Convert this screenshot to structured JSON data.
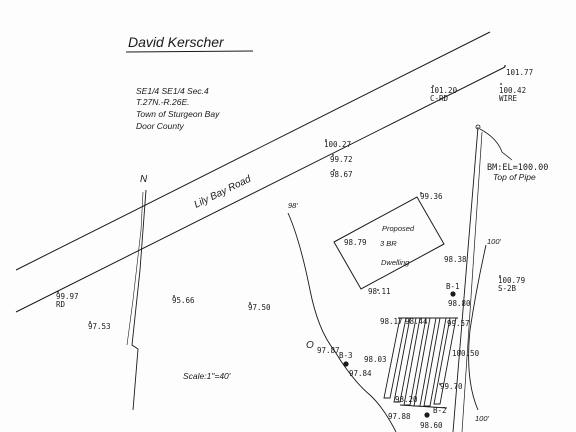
{
  "title": "David Kerscher",
  "legal": {
    "line1": "SE1/4  SE1/4  Sec.4",
    "line2": "T.27N.-R.26E.",
    "line3": "Town of Sturgeon Bay",
    "line4": "Door County"
  },
  "road_label": "Lily  Bay  Road",
  "north": "N",
  "scale": "Scale:1\"=40'",
  "benchmark": {
    "line1": "BM:EL=100.00",
    "line2": "Top of Pipe"
  },
  "dwelling": {
    "line1": "Proposed",
    "line2": "3  BR",
    "line3": "Dwelling"
  },
  "contours": {
    "c98": "98'",
    "c100a": "100'",
    "c100b": "100'"
  },
  "elevations": {
    "e10177": "101.77",
    "e10120": "101.20",
    "crd": "C-RD",
    "e10042": "100.42",
    "wire": "WIRE",
    "e10027": "100.27",
    "e9972": "99.72",
    "e9867": "98.67",
    "e9936": "99.36",
    "e9879": "98.79",
    "e9838": "98.38",
    "e9811": "98.11",
    "e9997": "99.97",
    "rd": "RD",
    "e9566": "95.66",
    "e9750": "97.50",
    "e9753": "97.53",
    "e10079": "100.79",
    "s2b": "S-2B",
    "e9880": "98.80",
    "e9817": "98.17",
    "e9844": "98.44",
    "e9957": "99.57",
    "e9787": "97.87",
    "e9803": "98.03",
    "e9784": "97.84",
    "e10050": "100.50",
    "e9970": "99.70",
    "e9820": "98.20",
    "e9788": "97.88",
    "e9860": "98.60",
    "o_mark": "O"
  },
  "borings": {
    "b1": "B-1",
    "b2": "B-2",
    "b3": "B-3"
  }
}
